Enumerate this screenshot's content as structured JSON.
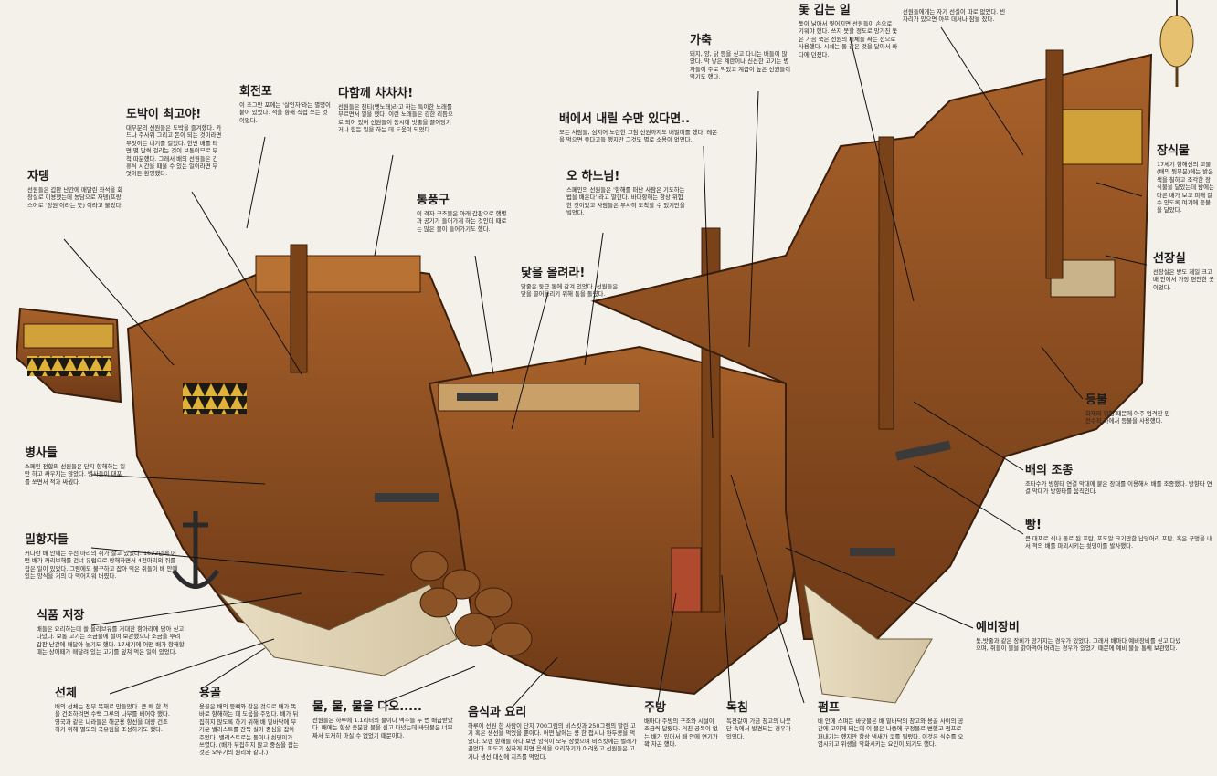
{
  "annotations": [
    {
      "id": "jadeng",
      "title": "자뎅",
      "desc": "선원들은 갑판 난간에 매달린 좌석을 화장실로 이용했는데 농담으로 자뎅(프랑스어로 '정원'이라는 뜻) 이라고 불렀다."
    },
    {
      "id": "dobak",
      "title": "도박이 최고야!",
      "desc": "대부분의 선원들은 도박을 즐겨했다. 카드나 주사위 그리고 돈이 되는 것이라면 무엇이든 내기를 걸었다. 한번 배를 타면 몇 달씩 걸리는 것이 보통이므로 무척 따분했다. 그래서 배의 선원들은 긴 휴식 시간을 때울 수 있는 일이라면 무엇이든 환영했다."
    },
    {
      "id": "hoejeonpo",
      "title": "회전포",
      "desc": "이 조그만 포에는 '살인자'라는 별명이 붙어 있었다. 적을 향해 직접 쏘는 것이었다."
    },
    {
      "id": "dahamkke",
      "title": "다함께 차차차!",
      "desc": "선원들은 챈티(뱃노래)라고 하는 특이한 노래를 부르면서 일을 했다. 이런 노래들은 강한 리듬으로 되어 있어 선원들이 동시에 밧줄을 끌어당기거나 힘든 일을 하는 데 도움이 되었다."
    },
    {
      "id": "tongpunggu",
      "title": "통풍구",
      "desc": "이 격자 구조물은 아래 갑판으로 햇볕과 공기가 들어가게 하는 것인데 때로는 많은 물이 들어가기도 했다."
    },
    {
      "id": "baeeseo",
      "title": "배에서 내릴 수만 있다면..",
      "desc": "모든 사람들, 심지어 노련한 고참 선원까지도 배멀미를 했다. 레몬을 먹으면 좋다고들 했지만 그것도 별로 소용이 없었다."
    },
    {
      "id": "ohananim",
      "title": "오 하느님!",
      "desc": "스페인의 선원들은 '항해를 떠난 사람은 기도하는 법을 배운다' 라고 말한다. 바다항해는 항상 위험한 것이었고 사람들은 무사히 도착할 수 있기만을 빌었다."
    },
    {
      "id": "dat",
      "title": "닻을 올려라!",
      "desc": "닻줄은 둥근 통에 감겨 있었다. 선원들은 닻을 끌어올리기 위해 통을 돌렸다."
    },
    {
      "id": "gachuk",
      "title": "가축",
      "desc": "돼지, 양, 닭 등을 싣고 다니는 배들이 많았다. 막 낳은 계란이나 신선한 고기는 병자들이 주로 먹었고 계급이 높은 선원들이 먹기도 했다."
    },
    {
      "id": "dot",
      "title": "돛 깁는 일",
      "desc": "돛이 낡아서 찢어지면 선원들이 손으로 기워야 했다. 쓰지 못할 정도로 망가진 돛은 가끔 죽은 선원의 시체를 싸는 천으로 사용했다. 시체는 돌 같은 것을 달아서 바다에 던졌다."
    },
    {
      "id": "top",
      "title": "",
      "desc": "선원들에게는 자기 선실이 따로 없었다. 빈 자리가 있으면 아무 데서나 잠을 잤다."
    },
    {
      "id": "jangsikmul",
      "title": "장식물",
      "desc": "17세기 항해선의 고물(배의 뒷부분)에는 밝은 색을 칠하고 조각한 장식물을 달았는데 밤에는 다른 배가 보고 피해 갈 수 있도록 여기에 등불을 달았다."
    },
    {
      "id": "seonjangsil",
      "title": "선장실",
      "desc": "선장실은 방도 제일 크고 배 안에서 가장 편안한 곳이었다."
    },
    {
      "id": "deungbul",
      "title": "등불",
      "desc": "화재의 위험 때문에 아주 엄격한 안전수칙 하에서 등불을 사용했다."
    },
    {
      "id": "jojong",
      "title": "배의 조종",
      "desc": "조타수가 방향타 연결 막대에 붙은 장대를 이용해서 배를 조종했다. 방향타 연결 막대가 방향타를 움직인다."
    },
    {
      "id": "ppang",
      "title": "빵!",
      "desc": "큰 대포로 쇠나 돌로 된 포탄, 포도알 크기만한 납덩어리 포탄, 혹은 구멍을 내서 적의 배를 파괴시키는 쇳덩이를 발사했다."
    },
    {
      "id": "yebi",
      "title": "예비장비",
      "desc": "돛,밧줄과 같은 장비가 망가지는 경우가 있었다. 그래서 배마다 예비장비를 싣고 다녔으며, 쥐들이 물을 갉아먹어 버리는 경우가 있었기 때문에 예비 물을 통에 보관했다."
    },
    {
      "id": "byeongsa",
      "title": "병사들",
      "desc": "스페인 전함의 선원들은 단지 항해하는 일만 하고 싸우지는 않았다. 병사들이 대포를 쏘면서 적과 싸웠다."
    },
    {
      "id": "milhang",
      "title": "밀항자들",
      "desc": "커다란 배 안에는 수천 마리의 쥐가 살고 있었다. 1622년에 어떤 배가 카리브해를 건너 유럽으로 항해하면서 4천마리의 쥐를 잡은 일이 있었다. 그럼에도 불구하고 잡아 먹은 쥐들이 배 안에 있는 양식을 거의 다 먹어치워 버렸다."
    },
    {
      "id": "sikpum",
      "title": "식품 저장",
      "desc": "배들은 요리하는데 쓸 올리브유를 거대한 항아리에 담아 싣고 다녔다. 보통 고기는 소금물에 절여 보관했으나 소금을 뿌려 갑판 난간에 매달아 놓기도 했다. 17세기에 어떤 배가 항해할 때는 상어떼가 매달려 있는 고기를 덮쳐 먹은 일이 있었다."
    },
    {
      "id": "seonche",
      "title": "선체",
      "desc": "배의 선체는 전부 목재로 만들었다. 큰 배 한 척을 건조하려면 수백 그루의 나무를 베어야 했다. 영국과 같은 나라들은 해군용 항선을 대량 건조하기 위해 별도의 국유림을 조성하기도 했다."
    },
    {
      "id": "yonggol",
      "title": "용골",
      "desc": "용골은 배의 등뼈와 같은 것으로 배가 똑바로 항해하는 데 도움을 주었다. 배가 뒤집히지 않도록 하기 위해 배 밑바닥에 무거운 밸러스트를 잔뜩 실어 중심을 잡아주었다. 밸러스트로는 돌이나 쇳덩이가 쓰였다. (배가 뒤집히지 않고 중심을 잡는 것은 오뚜기의 원리와 같다.)"
    },
    {
      "id": "mul",
      "title": "물, 물, 물을 다오.....",
      "desc": "선원들은 하루에 1.1리터의 물이나 맥주를 두 번 배급받았다. 배에는 항상 충분한 물을 싣고 다녔는데 바닷물은 너무 짜서 도저히 마실 수 없었기 때문이다."
    },
    {
      "id": "eumsik",
      "title": "음식과 요리",
      "desc": "하루에 선원 한 사람이 단지 700그램의 비스킷과 250그램의 말린 고기 혹은 생선을 먹었을 뿐이다. 어떤 날에는 콩 한 접시나 완두콩을 먹었다. 오랜 항해를 하다 보면 양식이 모두 상했으며 비스킷에는 벌레가 끓었다. 파도가 심하게 치면 음식을 요리하기가 어려웠고 선원들은 고기나 생선 대신에 치즈를 먹었다."
    },
    {
      "id": "jubang",
      "title": "주방",
      "desc": "배마다 주방의 구조와 시설이 조금씩 달랐다. 거친 공목이 없는 배가 있어서 배 안에 연기가 꽉 차곤 했다."
    },
    {
      "id": "dokchim",
      "title": "독침",
      "desc": "독전갈이 가끔 창고의 나뭇단 속에서 발견되는 경우가 있었다."
    },
    {
      "id": "peompeu",
      "title": "펌프",
      "desc": "배 안에 스며든 바닷물은 배 밑바닥의 창고와 용골 사이의 공간에 고이게 되는데 이 물은 나중에 구정물로 변했고 펌프로 퍼내기는 했지만 항상 냄새가 코를 찔렀다. 이것은 식수를 오염시키고 위생을 악화시키는 요인이 되기도 했다."
    }
  ]
}
